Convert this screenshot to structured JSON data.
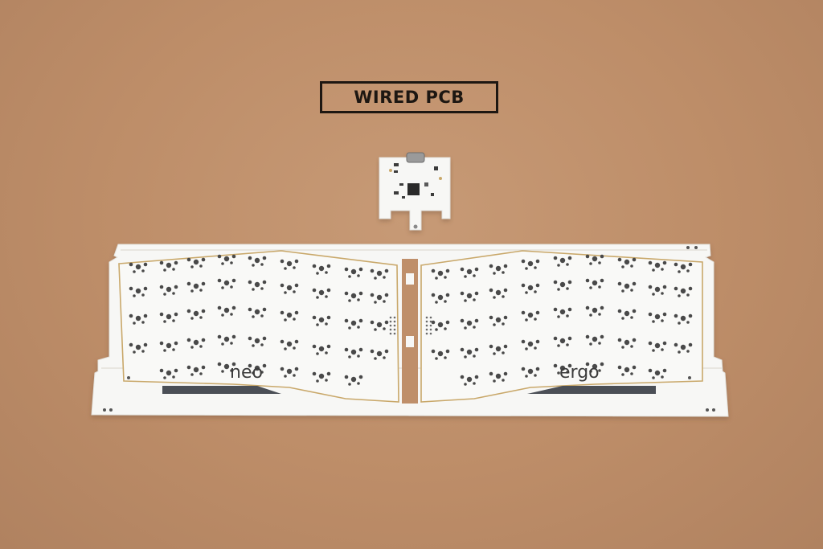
{
  "label": {
    "text": "WIRED PCB"
  },
  "left_half": {
    "text": "neo"
  },
  "right_half": {
    "text": "ergo"
  },
  "colors": {
    "background": "#bf8f6b",
    "pcb": "#f7f7f5",
    "hole": "#4a4a4a",
    "gold": "#c9a86a",
    "label_border": "#1d1712"
  }
}
